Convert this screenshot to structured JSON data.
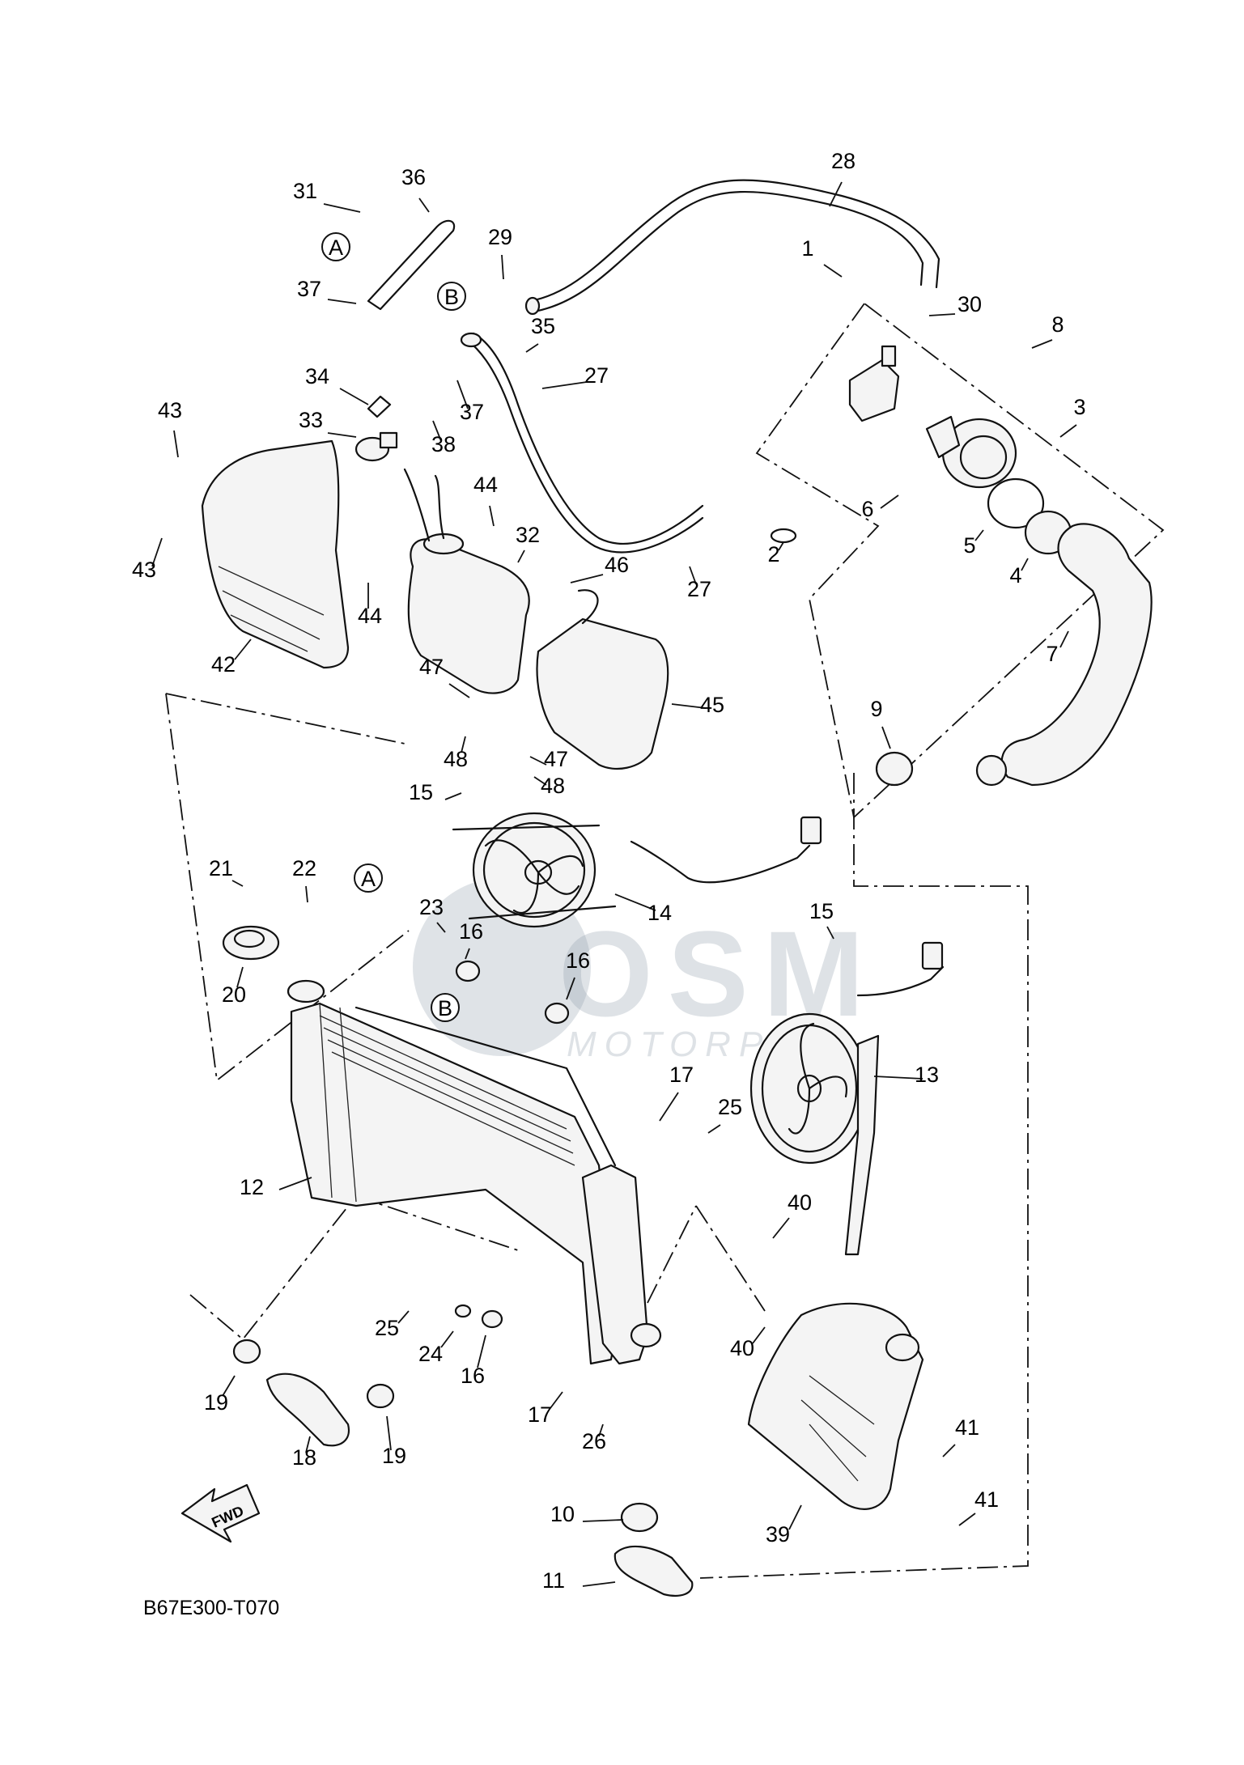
{
  "diagram": {
    "code": "B67E300-T070",
    "fwd_label": "FWD",
    "watermark": {
      "logo": "OSM",
      "subtitle": "MOTORPA"
    },
    "callouts": [
      {
        "n": "1"
      },
      {
        "n": "2"
      },
      {
        "n": "3"
      },
      {
        "n": "4"
      },
      {
        "n": "5"
      },
      {
        "n": "6"
      },
      {
        "n": "7"
      },
      {
        "n": "8"
      },
      {
        "n": "9"
      },
      {
        "n": "10"
      },
      {
        "n": "11"
      },
      {
        "n": "12"
      },
      {
        "n": "13"
      },
      {
        "n": "14"
      },
      {
        "n": "15"
      },
      {
        "n": "15"
      },
      {
        "n": "16"
      },
      {
        "n": "16"
      },
      {
        "n": "16"
      },
      {
        "n": "17"
      },
      {
        "n": "17"
      },
      {
        "n": "18"
      },
      {
        "n": "19"
      },
      {
        "n": "19"
      },
      {
        "n": "20"
      },
      {
        "n": "21"
      },
      {
        "n": "22"
      },
      {
        "n": "23"
      },
      {
        "n": "24"
      },
      {
        "n": "25"
      },
      {
        "n": "25"
      },
      {
        "n": "26"
      },
      {
        "n": "27"
      },
      {
        "n": "27"
      },
      {
        "n": "28"
      },
      {
        "n": "29"
      },
      {
        "n": "30"
      },
      {
        "n": "31"
      },
      {
        "n": "32"
      },
      {
        "n": "33"
      },
      {
        "n": "34"
      },
      {
        "n": "35"
      },
      {
        "n": "36"
      },
      {
        "n": "37"
      },
      {
        "n": "37"
      },
      {
        "n": "38"
      },
      {
        "n": "39"
      },
      {
        "n": "40"
      },
      {
        "n": "40"
      },
      {
        "n": "41"
      },
      {
        "n": "41"
      },
      {
        "n": "42"
      },
      {
        "n": "43"
      },
      {
        "n": "43"
      },
      {
        "n": "44"
      },
      {
        "n": "44"
      },
      {
        "n": "45"
      },
      {
        "n": "46"
      },
      {
        "n": "47"
      },
      {
        "n": "47"
      },
      {
        "n": "48"
      },
      {
        "n": "48"
      }
    ],
    "ref_markers": [
      {
        "letter": "A"
      },
      {
        "letter": "B"
      },
      {
        "letter": "A"
      },
      {
        "letter": "B"
      }
    ]
  }
}
